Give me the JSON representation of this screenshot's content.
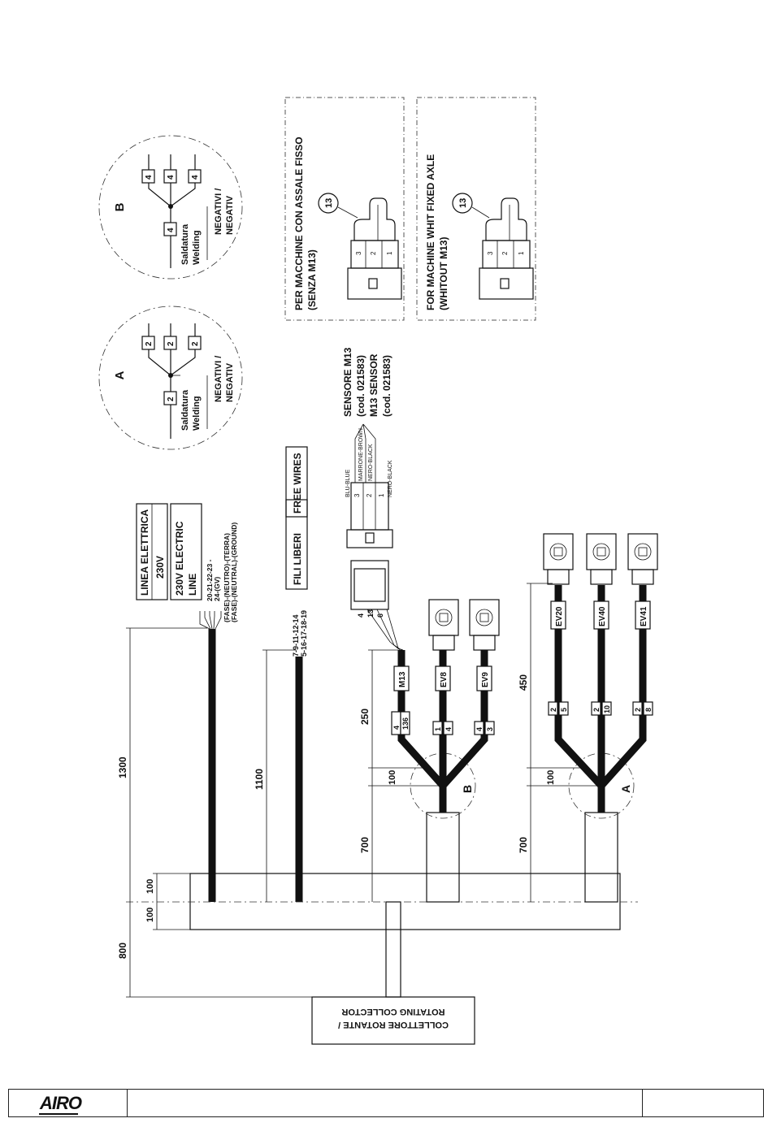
{
  "details": {
    "a": {
      "letter": "A",
      "wire_badge": "2",
      "welding_badge": "2",
      "welding_it": "Saldatura",
      "welding_en": "Welding",
      "neg_it": "NEGATIVI /",
      "neg_en": "NEGATIV"
    },
    "b": {
      "letter": "B",
      "wire_badge": "4",
      "welding_badge": "4",
      "welding_it": "Saldatura",
      "welding_en": "Welding",
      "neg_it": "NEGATIVI /",
      "neg_en": "NEGATIV"
    }
  },
  "panels": {
    "fixed_axle_it": {
      "line1": "PER MACCHINE CON ASSALE FISSO",
      "line2": "(SENZA M13)",
      "ref": "13",
      "pins": [
        "3",
        "2",
        "1"
      ]
    },
    "fixed_axle_en": {
      "line1": "FOR MACHINE WHIT FIXED AXLE",
      "line2": "(WHITOUT M13)",
      "ref": "13",
      "pins": [
        "3",
        "2",
        "1"
      ]
    }
  },
  "sensor": {
    "it_name": "SENSORE M13",
    "it_code": "(cod. 021583)",
    "en_name": "M13 SENSOR",
    "en_code": "(cod. 021583)",
    "wires": [
      "BLU-BLUE",
      "MARRONE-BROWN",
      "NERO-BLACK"
    ],
    "pins": [
      "3",
      "2",
      "1"
    ]
  },
  "power_line": {
    "label_it_1": "LINEA ELETTRICA",
    "label_it_2": "230V",
    "label_en_1": "230V ELECTRIC",
    "label_en_2": "LINE",
    "wires_line1": "20-21-22-23 -",
    "wires_line2": "24-(GV)",
    "wires_line3": "(FASE)-(NEUTRO)-(TERRA)",
    "wires_line4": "(FASE)-(NEUTRAL)-(GROUND)"
  },
  "free_wires": {
    "label_it": "FILI LIBERI",
    "label_en": "FREE WIRES",
    "nums1": "7-9-11-12-14",
    "nums2": "5-16-17-18-19"
  },
  "connector_b": {
    "pins": [
      "4",
      "13",
      "6"
    ]
  },
  "branches_b": [
    {
      "label": "M13",
      "a": "4",
      "b": "13",
      "c": "6"
    },
    {
      "label": "EV8",
      "a": "1",
      "b": "4"
    },
    {
      "label": "EV9",
      "a": "4",
      "b": "3"
    }
  ],
  "branches_a": [
    {
      "label": "EV20",
      "a": "2",
      "b": "5"
    },
    {
      "label": "EV40",
      "a": "2",
      "b": "10"
    },
    {
      "label": "EV41",
      "a": "2",
      "b": "8"
    }
  ],
  "hub_labels": {
    "a": "A",
    "b": "B"
  },
  "dimensions": {
    "d1300": "1300",
    "d1100": "1100",
    "d800": "800",
    "d100a": "100",
    "d100b": "100",
    "d250": "250",
    "d100c": "100",
    "d700b": "700",
    "d450": "450",
    "d100d": "100",
    "d700a": "700"
  },
  "collector": {
    "line1": "COLLETTORE ROTANTE /",
    "line2": "ROTATING COLLECTOR"
  },
  "footer": {
    "logo": "AIRO"
  }
}
